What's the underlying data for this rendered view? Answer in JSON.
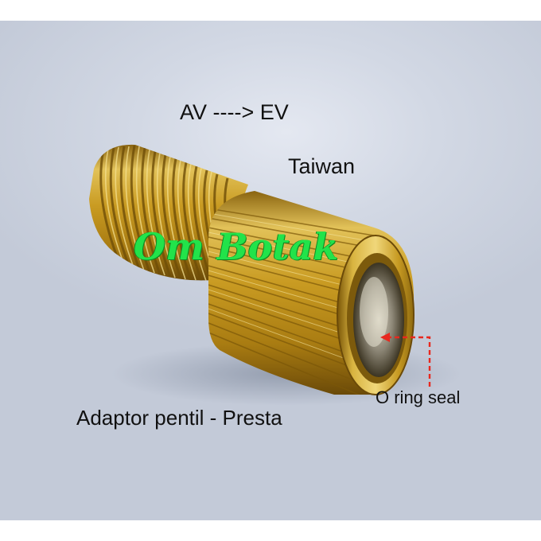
{
  "image": {
    "background_color": "#cfd6e2",
    "brass_color": "#c9a02a",
    "annotation_color": "#e8281e",
    "text_color": "#111111",
    "watermark_color": "#22e34a"
  },
  "captions": {
    "title": "AV ----> EV",
    "origin": "Taiwan",
    "product": "Adaptor pentil  -  Presta",
    "seal_label": "O ring seal"
  },
  "watermark": {
    "text": "Om Botak"
  }
}
